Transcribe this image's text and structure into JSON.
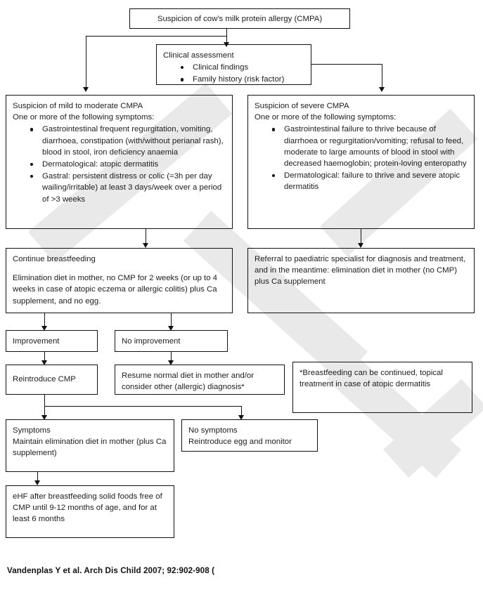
{
  "title": "Vandenplas CMPA breastfed infant algorithm",
  "nodes": {
    "suspicion_cmpa": {
      "label": "Suspicion of cow's milk protein allergy (CMPA)"
    },
    "clinical_assessment": {
      "heading": "Clinical assessment",
      "bullets": [
        "Clinical findings",
        "Family history (risk factor)"
      ]
    },
    "mild_moderate": {
      "line1": "Suspicion of mild to moderate CMPA",
      "line2": "One or more of the following symptoms:",
      "bullets": [
        "Gastrointestinal frequent regurgitation, vomiting, diarrhoea, constipation (with/without perianal rash), blood in stool, iron deficiency anaemia",
        "Dermatological: atopic dermatitis",
        "Gastral: persistent distress or colic (=3h per day wailing/irritable) at least 3 days/week over a period of >3 weeks"
      ]
    },
    "severe": {
      "line1": "Suspicion of severe CMPA",
      "line2": "One or more of the following symptoms:",
      "bullets": [
        "Gastrointestinal failure to thrive because of diarrhoea or regurgitation/vomiting; refusal to feed, moderate to large amounts of blood in stool with decreased haemoglobin; protein-loving enteropathy",
        "Dermatological: failure to thrive and severe atopic dermatitis"
      ]
    },
    "continue_breastfeeding": {
      "line1": "Continue breastfeeding",
      "line2": "Elimination diet in mother, no CMP for 2 weeks (or up to 4 weeks in case of atopic eczema or allergic colitis) plus Ca supplement, and no egg."
    },
    "referral": {
      "text": "Referral to paediatric specialist for diagnosis and treatment, and in the meantime: elimination diet in mother (no CMP) plus Ca supplement"
    },
    "improvement": {
      "label": "Improvement"
    },
    "no_improvement": {
      "label": "No improvement"
    },
    "reintroduce_cmp": {
      "label": "Reintroduce CMP"
    },
    "resume_normal_diet": {
      "text": "Resume normal diet in mother and/or consider other (allergic) diagnosis*"
    },
    "footnote": {
      "text": "*Breastfeeding can be continued, topical treatment in case of atopic dermatitis"
    },
    "symptoms": {
      "line1": "Symptoms",
      "line2": "Maintain elimination diet in mother (plus Ca supplement)"
    },
    "no_symptoms": {
      "line1": "No symptoms",
      "line2": "Reintroduce egg and monitor"
    },
    "ehf": {
      "text": "eHF after breastfeeding solid foods free of CMP until 9-12 months of age, and for at least 6 months"
    }
  },
  "citation": "Vandenplas Y et al. Arch Dis Child 2007; 92:902-908 (",
  "colors": {
    "line": "#111111",
    "text": "#1d1d1d",
    "background": "#ffffff",
    "watermark": "#e9e9e9"
  }
}
